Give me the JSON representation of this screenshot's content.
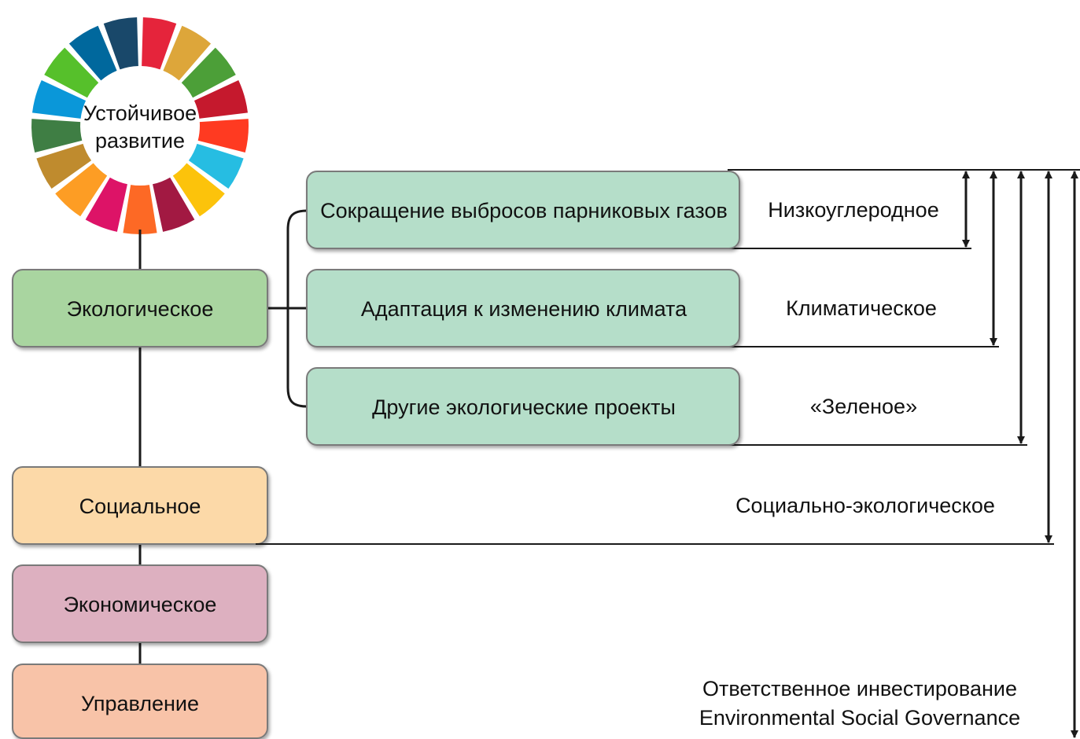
{
  "wheel": {
    "line1": "Устойчивое",
    "line2": "развитие",
    "colors": [
      "#E5243B",
      "#DDA63A",
      "#4C9F38",
      "#C5192D",
      "#FF3A21",
      "#26BDE2",
      "#FCC30B",
      "#A21942",
      "#FD6925",
      "#DD1367",
      "#FD9D24",
      "#BF8B2E",
      "#3F7E44",
      "#0A97D9",
      "#56C02B",
      "#00689D",
      "#19486A"
    ]
  },
  "categories": {
    "ecological": "Экологическое",
    "social": "Социальное",
    "economic": "Экономическое",
    "governance": "Управление"
  },
  "projects": {
    "emissions": "Сокращение выбросов парниковых газов",
    "adaptation": "Адаптация к изменению климата",
    "other": "Другие экологические проекты"
  },
  "labels": {
    "low_carbon": "Низкоуглеродное",
    "climate": "Климатическое",
    "green": "«Зеленое»",
    "social_eco": "Социально-экологическое",
    "responsible": "Ответственное инвестирование",
    "esg": "Environmental Social Governance"
  },
  "colors": {
    "ecological_fill": "#A9D5A0",
    "project_fill": "#B5DEC9",
    "social_fill": "#FCD9A8",
    "economic_fill": "#DDB0C0",
    "governance_fill": "#F8C3A8",
    "box_stroke": "#7A7A7A",
    "line": "#1A1A1A"
  }
}
